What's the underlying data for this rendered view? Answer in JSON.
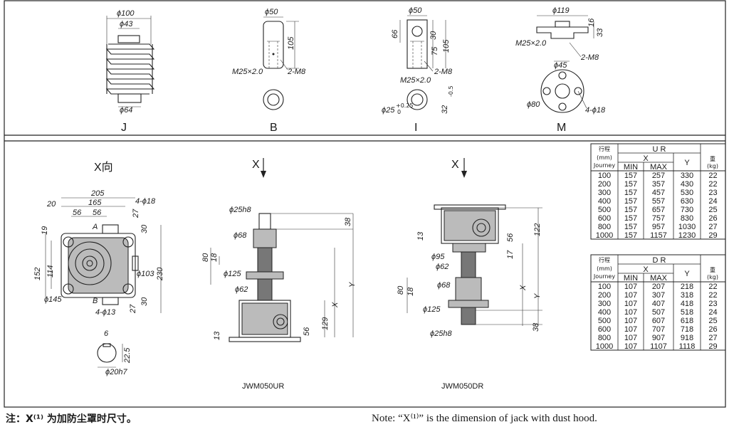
{
  "top_row": {
    "J": {
      "label": "J",
      "dims": [
        "ϕ100",
        "ϕ43",
        "ϕ64"
      ]
    },
    "B": {
      "label": "B",
      "dims": [
        "ϕ50",
        "105",
        "M25×2.0",
        "2-M8"
      ]
    },
    "I": {
      "label": "I",
      "dims": [
        "ϕ50",
        "66",
        "30",
        "75",
        "105",
        "M25×2.0",
        "2-M8",
        "ϕ25",
        "+0.25",
        "0",
        "32",
        "-0.5"
      ]
    },
    "M": {
      "label": "M",
      "dims": [
        "ϕ119",
        "16",
        "33",
        "M25×2.0",
        "2-M8",
        "ϕ45",
        "ϕ80",
        "4-ϕ18"
      ]
    }
  },
  "view_x": {
    "title": "X向",
    "dims": [
      "205",
      "20",
      "165",
      "4-ϕ18",
      "56",
      "56",
      "27",
      "A",
      "19",
      "30",
      "152",
      "114",
      "ϕ103",
      "230",
      "ϕ145",
      "B",
      "30",
      "27",
      "4-ϕ13"
    ]
  },
  "key": {
    "dims": [
      "6",
      "22.5",
      "ϕ20h7"
    ]
  },
  "jack_ur": {
    "arrow": "X",
    "model": "JWM050UR",
    "dims": [
      "ϕ25h8",
      "38",
      "ϕ68",
      "80",
      "18",
      "ϕ125",
      "ϕ62",
      "X",
      "Y",
      "129",
      "56",
      "13"
    ]
  },
  "jack_dr": {
    "arrow": "X",
    "model": "JWM050DR",
    "dims": [
      "122",
      "13",
      "56",
      "ϕ95",
      "17",
      "ϕ62",
      "X",
      "Y",
      "80",
      "ϕ68",
      "18",
      "ϕ125",
      "ϕ25h8",
      "38"
    ]
  },
  "table_ur": {
    "title": "U R",
    "h_stroke": "行程",
    "h_mm": "(mm)",
    "h_journey": "Journey",
    "h_x": "X",
    "h_min": "MIN",
    "h_max": "MAX",
    "h_y": "Y",
    "h_w": "重",
    "h_kg": "(kg)",
    "rows": [
      [
        "100",
        "157",
        "257",
        "330",
        "22"
      ],
      [
        "200",
        "157",
        "357",
        "430",
        "22"
      ],
      [
        "300",
        "157",
        "457",
        "530",
        "23"
      ],
      [
        "400",
        "157",
        "557",
        "630",
        "24"
      ],
      [
        "500",
        "157",
        "657",
        "730",
        "25"
      ],
      [
        "600",
        "157",
        "757",
        "830",
        "26"
      ],
      [
        "800",
        "157",
        "957",
        "1030",
        "27"
      ],
      [
        "1000",
        "157",
        "1157",
        "1230",
        "29"
      ]
    ]
  },
  "table_dr": {
    "title": "D R",
    "h_stroke": "行程",
    "h_mm": "(mm)",
    "h_journey": "Journey",
    "h_x": "X",
    "h_min": "MIN",
    "h_max": "MAX",
    "h_y": "Y",
    "h_w": "重",
    "h_kg": "(kg)",
    "rows": [
      [
        "100",
        "107",
        "207",
        "218",
        "22"
      ],
      [
        "200",
        "107",
        "307",
        "318",
        "22"
      ],
      [
        "300",
        "107",
        "407",
        "418",
        "23"
      ],
      [
        "400",
        "107",
        "507",
        "518",
        "24"
      ],
      [
        "500",
        "107",
        "607",
        "618",
        "25"
      ],
      [
        "600",
        "107",
        "707",
        "718",
        "26"
      ],
      [
        "800",
        "107",
        "907",
        "918",
        "27"
      ],
      [
        "1000",
        "107",
        "1107",
        "1118",
        "29"
      ]
    ]
  },
  "notes": {
    "cn": "注：X⁽¹⁾ 为加防尘罩时尺寸。",
    "en": "Note: “X⁽¹⁾” is the dimension of jack with dust hood."
  }
}
